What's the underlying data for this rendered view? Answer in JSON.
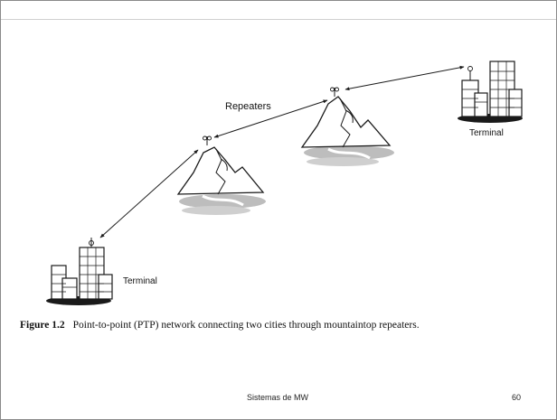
{
  "figure": {
    "labels": {
      "repeaters": "Repeaters",
      "terminal_right": "Terminal",
      "terminal_left": "Terminal"
    },
    "caption": {
      "number": "Figure 1.2",
      "text": "Point-to-point (PTP) network connecting two cities through mountaintop repeaters."
    }
  },
  "footer": {
    "title": "Sistemas de MW",
    "page": "60"
  },
  "colors": {
    "line": "#1a1a1a",
    "building_fill": "#ffffff",
    "mountain_shadow": "#bdbdbd",
    "river": "#ffffff"
  }
}
